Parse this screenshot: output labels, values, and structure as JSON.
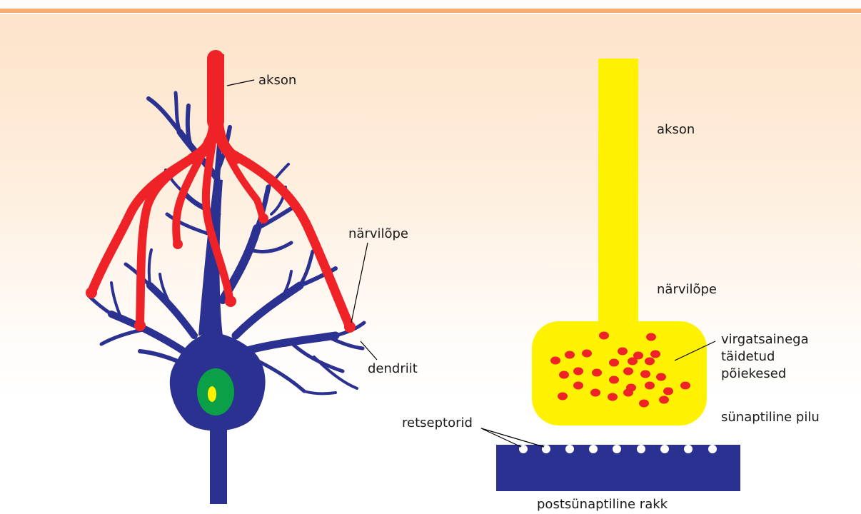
{
  "left_diagram": {
    "labels": {
      "axon": "akson",
      "nerve_ending": "närvilõpe",
      "dendrite": "dendriit"
    }
  },
  "right_diagram": {
    "labels": {
      "axon": "akson",
      "nerve_ending": "närvilõpe",
      "vesicles_line1": "virgatsainega",
      "vesicles_line2": "täidetud",
      "vesicles_line3": "põiekesed",
      "synaptic_cleft": "sünaptiline pilu",
      "receptors": "retseptorid",
      "postsynaptic_cell": "postsünaptiline rakk"
    }
  },
  "colors": {
    "axon_red": "#ee2227",
    "dendrite_blue": "#2b3190",
    "nucleus_green": "#0b9f48",
    "nucleolus_yellow": "#fff200",
    "terminal_yellow": "#fff200",
    "vesicle_red": "#ee2227",
    "header_rule": "#f7ad72"
  }
}
